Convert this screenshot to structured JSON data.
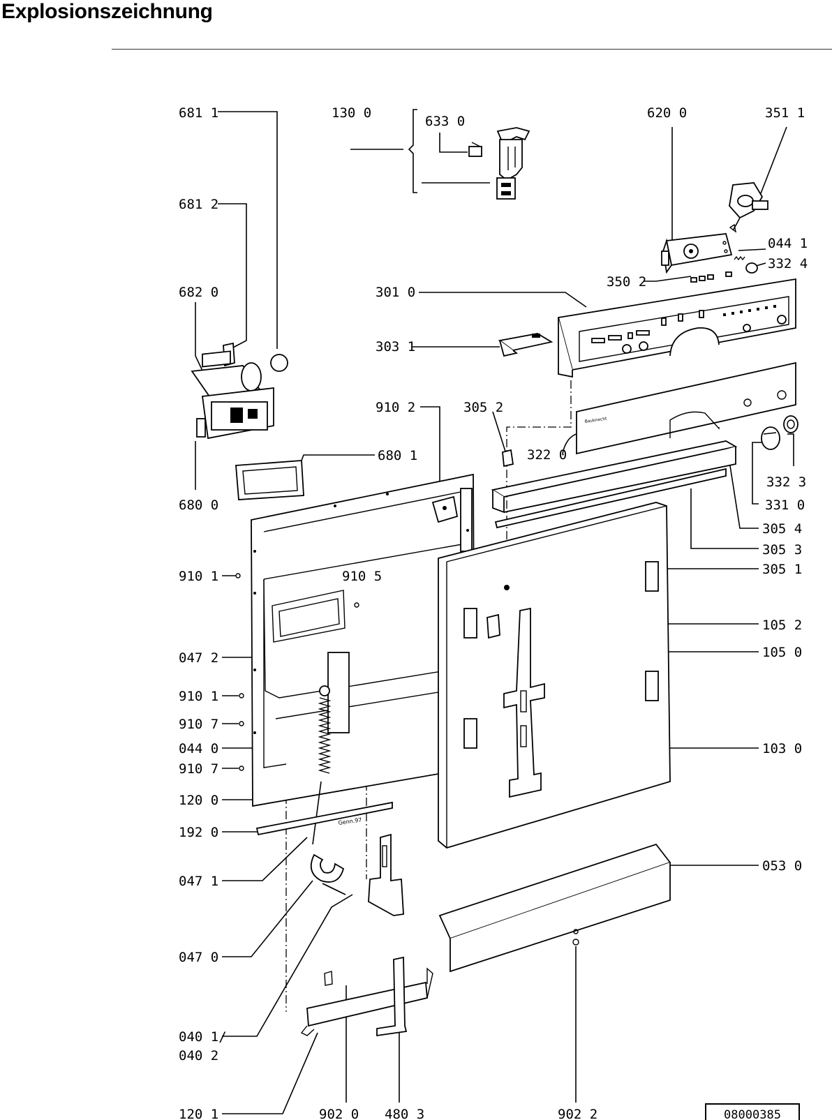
{
  "page": {
    "title": "Explosionszeichnung"
  },
  "diagram": {
    "document_number": "08000385",
    "labels": [
      {
        "id": "l6811",
        "text": "681 1"
      },
      {
        "id": "l1300",
        "text": "130 0"
      },
      {
        "id": "l6330",
        "text": "633 0"
      },
      {
        "id": "l6200",
        "text": "620 0"
      },
      {
        "id": "l3511",
        "text": "351 1"
      },
      {
        "id": "l6812",
        "text": "681 2"
      },
      {
        "id": "l0441",
        "text": "044 1"
      },
      {
        "id": "l3324",
        "text": "332 4"
      },
      {
        "id": "l3502",
        "text": "350 2"
      },
      {
        "id": "l6820",
        "text": "682 0"
      },
      {
        "id": "l3010",
        "text": "301 0"
      },
      {
        "id": "l3031",
        "text": "303 1"
      },
      {
        "id": "l9102",
        "text": "910 2"
      },
      {
        "id": "l3052",
        "text": "305 2"
      },
      {
        "id": "l3220",
        "text": "322 0"
      },
      {
        "id": "l6801",
        "text": "680 1"
      },
      {
        "id": "l3323",
        "text": "332 3"
      },
      {
        "id": "l6800",
        "text": "680 0"
      },
      {
        "id": "l3310",
        "text": "331 0"
      },
      {
        "id": "l3054",
        "text": "305 4"
      },
      {
        "id": "l3053",
        "text": "305 3"
      },
      {
        "id": "l9101a",
        "text": "910 1"
      },
      {
        "id": "l9105",
        "text": "910 5"
      },
      {
        "id": "l3051",
        "text": "305 1"
      },
      {
        "id": "l1052",
        "text": "105 2"
      },
      {
        "id": "l0472",
        "text": "047 2"
      },
      {
        "id": "l1050",
        "text": "105 0"
      },
      {
        "id": "l9101b",
        "text": "910 1"
      },
      {
        "id": "l9107a",
        "text": "910 7"
      },
      {
        "id": "l0440",
        "text": "044 0"
      },
      {
        "id": "l1030",
        "text": "103 0"
      },
      {
        "id": "l9107b",
        "text": "910 7"
      },
      {
        "id": "l1200",
        "text": "120 0"
      },
      {
        "id": "l1920",
        "text": "192 0"
      },
      {
        "id": "l0471",
        "text": "047 1"
      },
      {
        "id": "l0530",
        "text": "053 0"
      },
      {
        "id": "l0470",
        "text": "047 0"
      },
      {
        "id": "l0401",
        "text": "040 1/"
      },
      {
        "id": "l0402",
        "text": "040 2"
      },
      {
        "id": "l1201",
        "text": "120 1"
      },
      {
        "id": "l9020",
        "text": "902 0"
      },
      {
        "id": "l4803",
        "text": "480 3"
      },
      {
        "id": "l9022",
        "text": "902 2"
      }
    ],
    "part_texts": {
      "date_stamp": "Genn.97",
      "brand": "Bauknecht"
    }
  }
}
